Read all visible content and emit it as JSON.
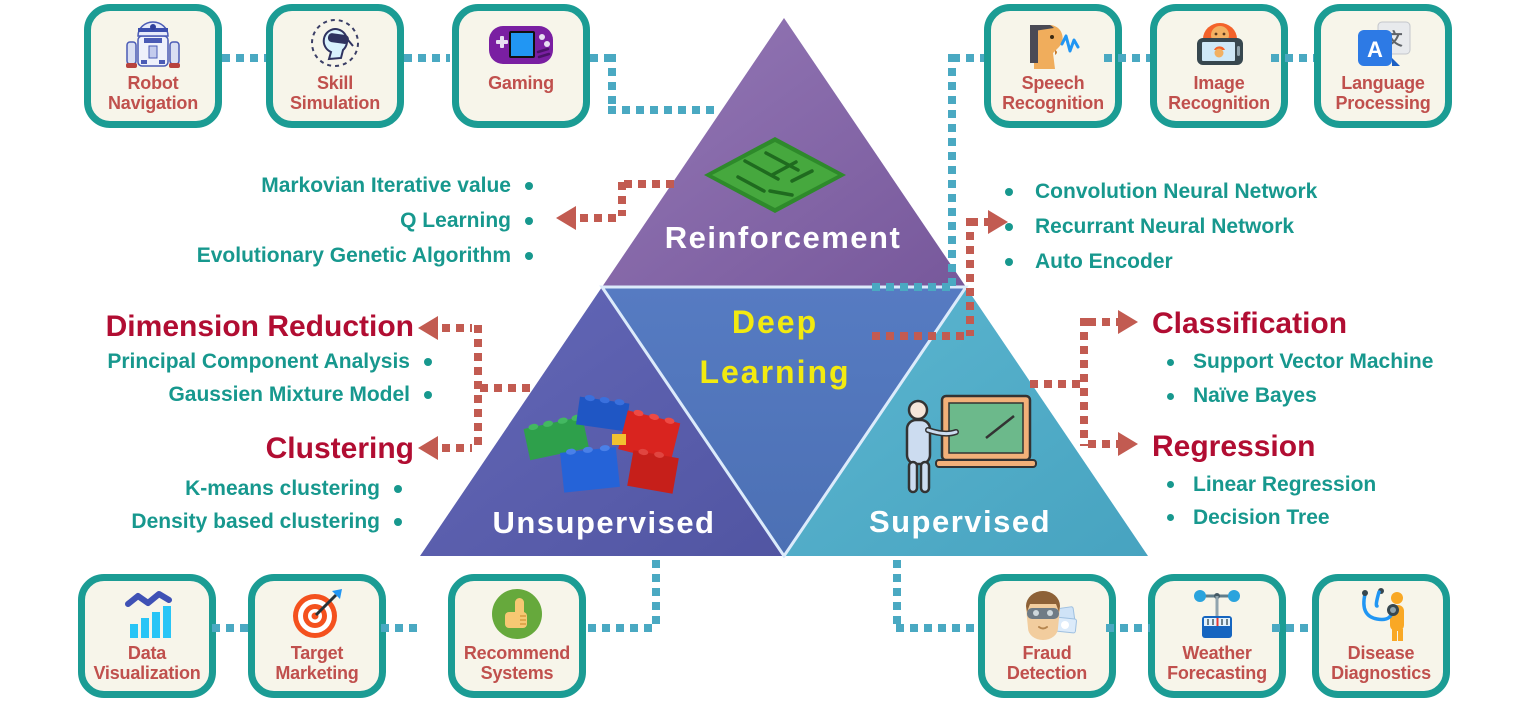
{
  "pyramid": {
    "reinforcement": {
      "label": "Reinforcement",
      "color": "#8566a8",
      "icon": "maze-icon"
    },
    "deep_learning": {
      "label_line1": "Deep",
      "label_line2": "Learning",
      "color": "#5276bd",
      "text_color": "#f2ea10"
    },
    "unsupervised": {
      "label": "Unsupervised",
      "color": "#5a5fae",
      "icon": "lego-bricks-icon"
    },
    "supervised": {
      "label": "Supervised",
      "color": "#4fadca",
      "icon": "teacher-blackboard-icon"
    }
  },
  "lists": {
    "reinforcement": {
      "items": [
        "Markovian Iterative value",
        "Q Learning",
        "Evolutionary Genetic Algorithm"
      ]
    },
    "deep_learning": {
      "items": [
        "Convolution Neural Network",
        "Recurrant Neural Network",
        "Auto Encoder"
      ]
    },
    "unsupervised": {
      "groups": [
        {
          "title": "Dimension Reduction",
          "items": [
            "Principal Component Analysis",
            "Gaussien Mixture Model"
          ]
        },
        {
          "title": "Clustering",
          "items": [
            "K-means clustering",
            "Density based clustering"
          ]
        }
      ]
    },
    "supervised": {
      "groups": [
        {
          "title": "Classification",
          "items": [
            "Support Vector Machine",
            "Naïve Bayes"
          ]
        },
        {
          "title": "Regression",
          "items": [
            "Linear Regression",
            "Decision Tree"
          ]
        }
      ]
    }
  },
  "apps": {
    "top_left": [
      {
        "label": "Robot Navigation",
        "icon": "robot-icon"
      },
      {
        "label": "Skill Simulation",
        "icon": "vr-headset-icon"
      },
      {
        "label": "Gaming",
        "icon": "game-console-icon"
      }
    ],
    "top_right": [
      {
        "label": "Speech Recognition",
        "icon": "speaking-face-icon"
      },
      {
        "label": "Image Recognition",
        "icon": "phone-face-icon"
      },
      {
        "label": "Language Processing",
        "icon": "translate-icon"
      }
    ],
    "bottom_left": [
      {
        "label": "Data Visualization",
        "icon": "bar-chart-icon"
      },
      {
        "label": "Target Marketing",
        "icon": "dartboard-icon"
      },
      {
        "label": "Recommend Systems",
        "icon": "thumbs-up-icon"
      }
    ],
    "bottom_right": [
      {
        "label": "Fraud Detection",
        "icon": "masked-fraudster-icon"
      },
      {
        "label": "Weather Forecasting",
        "icon": "anemometer-icon"
      },
      {
        "label": "Disease Diagnostics",
        "icon": "stethoscope-icon"
      }
    ]
  },
  "colors": {
    "card_border": "#1b9c94",
    "card_background": "#f7f5ea",
    "card_label": "#c0504d",
    "technique_text": "#17988e",
    "category_heading": "#b10d32",
    "connector_teal": "#4aa9c2",
    "connector_red": "#c25b51",
    "pyramid_label_text": "#ffffff",
    "deep_learning_text": "#f2ea10"
  }
}
